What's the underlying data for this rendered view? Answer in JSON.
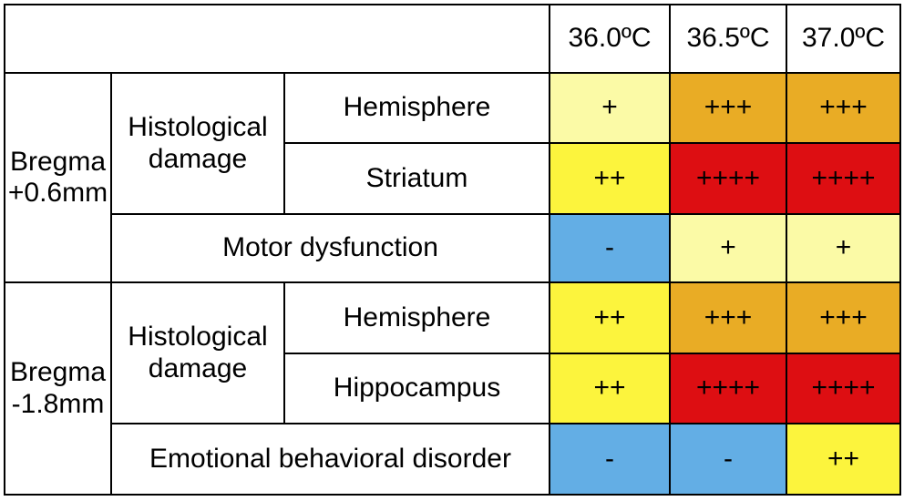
{
  "chart_data": {
    "type": "heatmap",
    "title": "",
    "columns": [
      "36.0ºC",
      "36.5ºC",
      "37.0ºC"
    ],
    "rows": [
      {
        "group": "Bregma +0.6mm",
        "measure": "Histological damage",
        "region": "Hemisphere",
        "values": [
          "+",
          "+++",
          "+++"
        ]
      },
      {
        "group": "Bregma +0.6mm",
        "measure": "Histological damage",
        "region": "Striatum",
        "values": [
          "++",
          "++++",
          "++++"
        ]
      },
      {
        "group": "Bregma +0.6mm",
        "measure": "Motor dysfunction",
        "region": "",
        "values": [
          "-",
          "+",
          "+"
        ]
      },
      {
        "group": "Bregma -1.8mm",
        "measure": "Histological damage",
        "region": "Hemisphere",
        "values": [
          "++",
          "+++",
          "+++"
        ]
      },
      {
        "group": "Bregma -1.8mm",
        "measure": "Histological damage",
        "region": "Hippocampus",
        "values": [
          "++",
          "++++",
          "++++"
        ]
      },
      {
        "group": "Bregma -1.8mm",
        "measure": "Emotional behavioral disorder",
        "region": "",
        "values": [
          "-",
          "-",
          "++"
        ]
      }
    ],
    "value_colors": {
      "-": "#63AEE5",
      "+": "#FBFAA6",
      "++": "#FCF43D",
      "+++": "#E9AC25",
      "++++": "#DD0E12"
    },
    "layout_hints": {
      "grid": "on",
      "border_color": "#000000",
      "cell_background_default": "#FFFFFF"
    }
  },
  "labels": {
    "group1": "Bregma\n+0.6mm",
    "group2": "Bregma\n-1.8mm",
    "damage1": "Histological\ndamage",
    "damage2": "Histological\ndamage",
    "hemisphere1": "Hemisphere",
    "striatum": "Striatum",
    "motor": "Motor dysfunction",
    "hemisphere2": "Hemisphere",
    "hippocampus": "Hippocampus",
    "emotional": "Emotional behavioral disorder"
  }
}
